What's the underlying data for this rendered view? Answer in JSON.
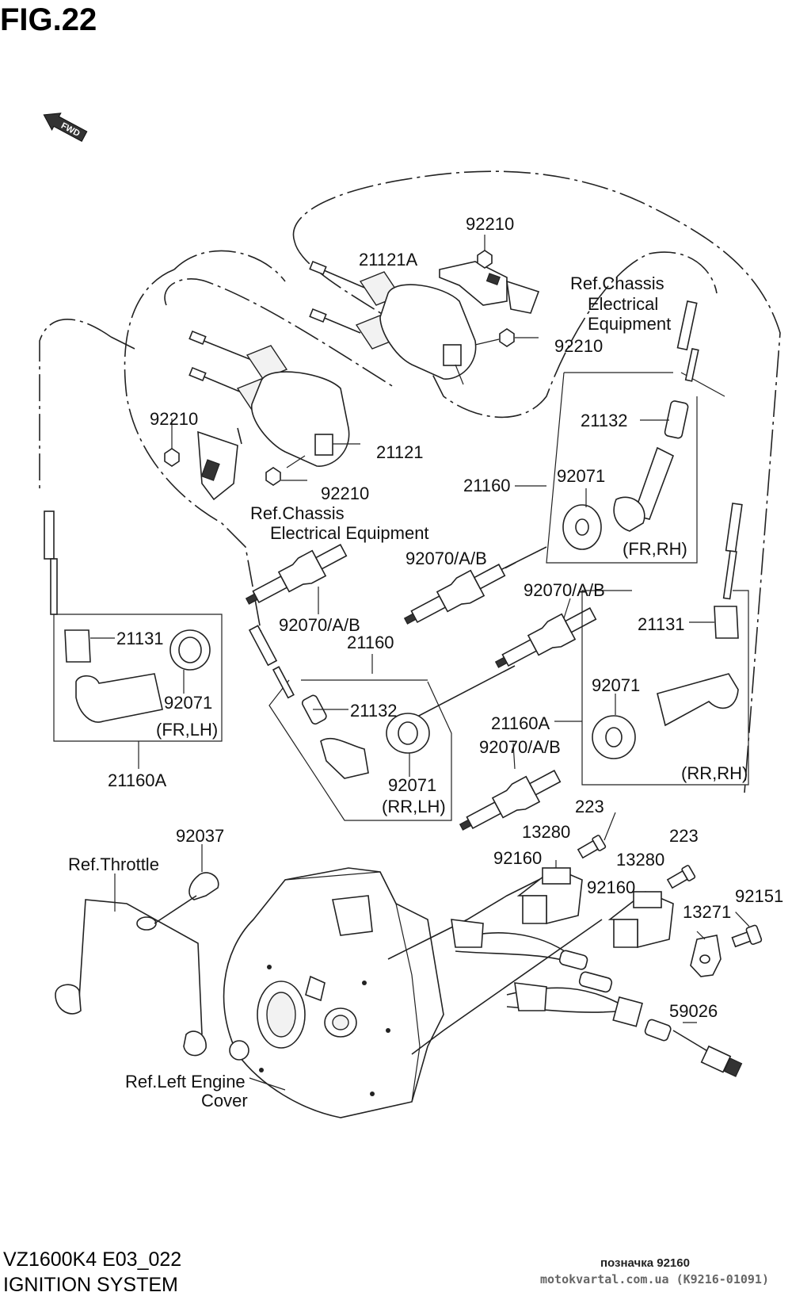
{
  "figure": {
    "title": "FIG.22",
    "model_code": "VZ1600K4 E03_022",
    "system_name": "IGNITION SYSTEM",
    "fwd_label": "FWD"
  },
  "watermark": {
    "line1": "позначка 92160",
    "line2": "motokvartal.com.ua (K9216-01091)"
  },
  "labels": {
    "coil_rear_nut_top": "92210",
    "coil_rear": "21121A",
    "coil_rear_ref_line1": "Ref.Chassis",
    "coil_rear_ref_line2": "Electrical",
    "coil_rear_ref_line3": "Equipment",
    "coil_rear_nut_right": "92210",
    "coil_front_nut_left": "92210",
    "coil_front": "21121",
    "coil_front_nut_bottom": "92210",
    "coil_front_ref_line1": "Ref.Chassis",
    "coil_front_ref_line2": "Electrical Equipment",
    "fr_rh_cap": "21132",
    "fr_rh_assy": "21160",
    "fr_rh_seal": "92071",
    "fr_rh_position": "(FR,RH)",
    "plug_center": "92070/A/B",
    "plug_front_left": "92070/A/B",
    "plug_right": "92070/A/B",
    "rr_rh_cap": "21131",
    "rr_lh_assy": "21160",
    "fr_lh_cap": "21131",
    "fr_lh_seal": "92071",
    "fr_lh_position": "(FR,LH)",
    "fr_lh_assy": "21160A",
    "rr_lh_cap": "21132",
    "rr_lh_seal": "92071",
    "rr_lh_position": "(RR,LH)",
    "rr_rh_seal": "92071",
    "rr_rh_assy": "21160A",
    "rr_rh_position": "(RR,RH)",
    "plug_lower": "92070/A/B",
    "screw_1": "223",
    "screw_2": "223",
    "pickup_1": "13280",
    "pickup_2": "13280",
    "spacer_1": "92160",
    "spacer_2": "92160",
    "clamp_bolt": "92151",
    "clamp": "13271",
    "harness_clamp": "92037",
    "throttle_ref": "Ref.Throttle",
    "wire_lead": "59026",
    "engine_cover_ref_line1": "Ref.Left Engine",
    "engine_cover_ref_line2": "Cover"
  }
}
